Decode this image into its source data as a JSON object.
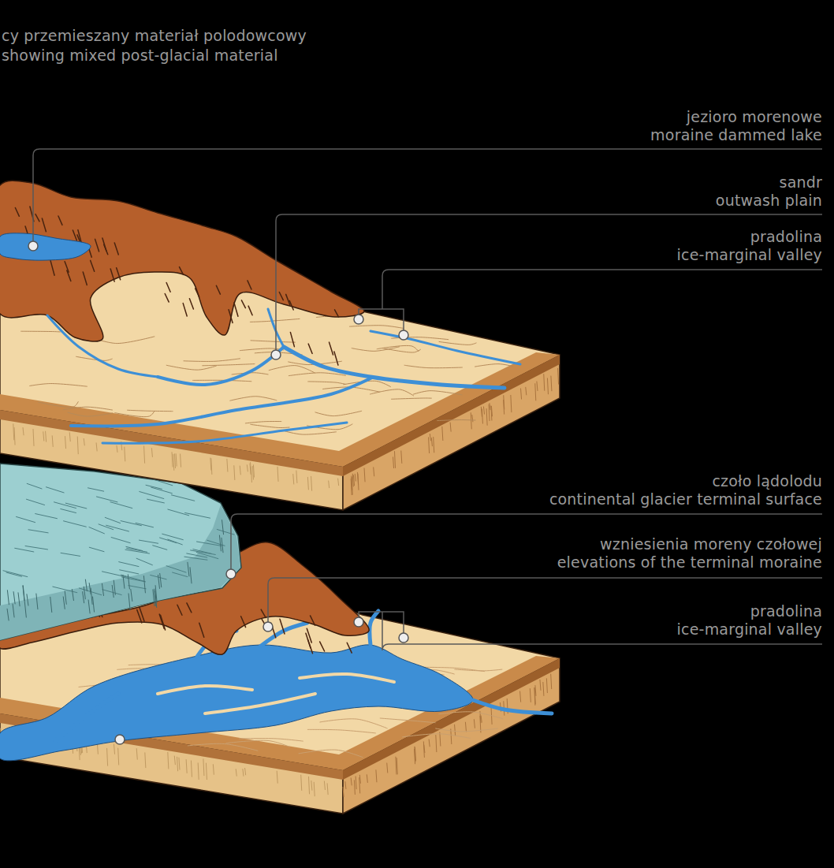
{
  "diagram": {
    "labels": [
      "cy przemieszany materiał polodowcowy",
      "showing mixed post-glacial material",
      "jezioro morenowe",
      "moraine dammed lake",
      "sandr",
      "outwash plain",
      "pradolina",
      "ice-marginal valley",
      "czoło lądolodu",
      "continental glacier terminal surface",
      "wzniesienia moreny czołowej",
      "elevations of the terminal moraine",
      "pradolina",
      "ice-marginal valley"
    ]
  }
}
